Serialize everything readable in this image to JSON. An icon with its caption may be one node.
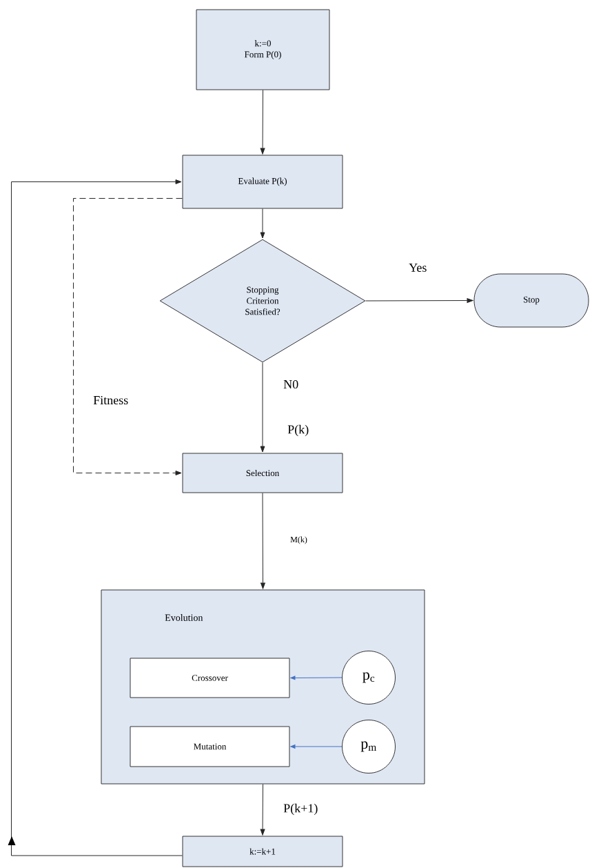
{
  "diagram": {
    "nodes": [
      {
        "text": [
          "k:=0",
          "Form P(0)"
        ]
      },
      {
        "text": [
          "Evaluate P(k)"
        ]
      },
      {
        "text": [
          "Stopping Criterion Satisfied?"
        ]
      },
      {
        "text": [
          "Stop"
        ]
      },
      {
        "text": [
          "Selection"
        ]
      },
      {
        "text": [
          "Evolution"
        ]
      },
      {
        "text": [
          "Crossover"
        ],
        "in": 5
      },
      {
        "text": [
          "Mutation"
        ],
        "in": 5
      },
      {
        "text": [
          "p$_{c}$"
        ],
        "in": 5
      },
      {
        "text": [
          "p$_{m}$"
        ],
        "in": 5
      },
      {
        "text": [
          "k:=k+1"
        ]
      }
    ],
    "edges": [
      {
        "from": 0,
        "to": 1,
        "arrow": "to"
      },
      {
        "from": 1,
        "to": 2,
        "arrow": "to"
      },
      {
        "from": 2,
        "to": 3,
        "arrow": "to",
        "label": "Yes"
      },
      {
        "from": 2,
        "to": 4,
        "arrow": "to",
        "label": "N0"
      },
      {
        "from": 1,
        "to": 4,
        "arrow": "to",
        "style": "dashed",
        "label": "Fitness"
      },
      {
        "from": 4,
        "to": 5,
        "arrow": "to",
        "label": "M(k)"
      },
      {
        "from": 8,
        "to": 6,
        "arrow": "to",
        "color": "#4472c4"
      },
      {
        "from": 9,
        "to": 7,
        "arrow": "to",
        "color": "#4472c4"
      },
      {
        "from": 5,
        "to": 10,
        "arrow": "to",
        "label": "P(k+1)"
      },
      {
        "from": 10,
        "to": 1,
        "arrow": "to"
      }
    ],
    "labels": [
      "P(k)"
    ]
  }
}
